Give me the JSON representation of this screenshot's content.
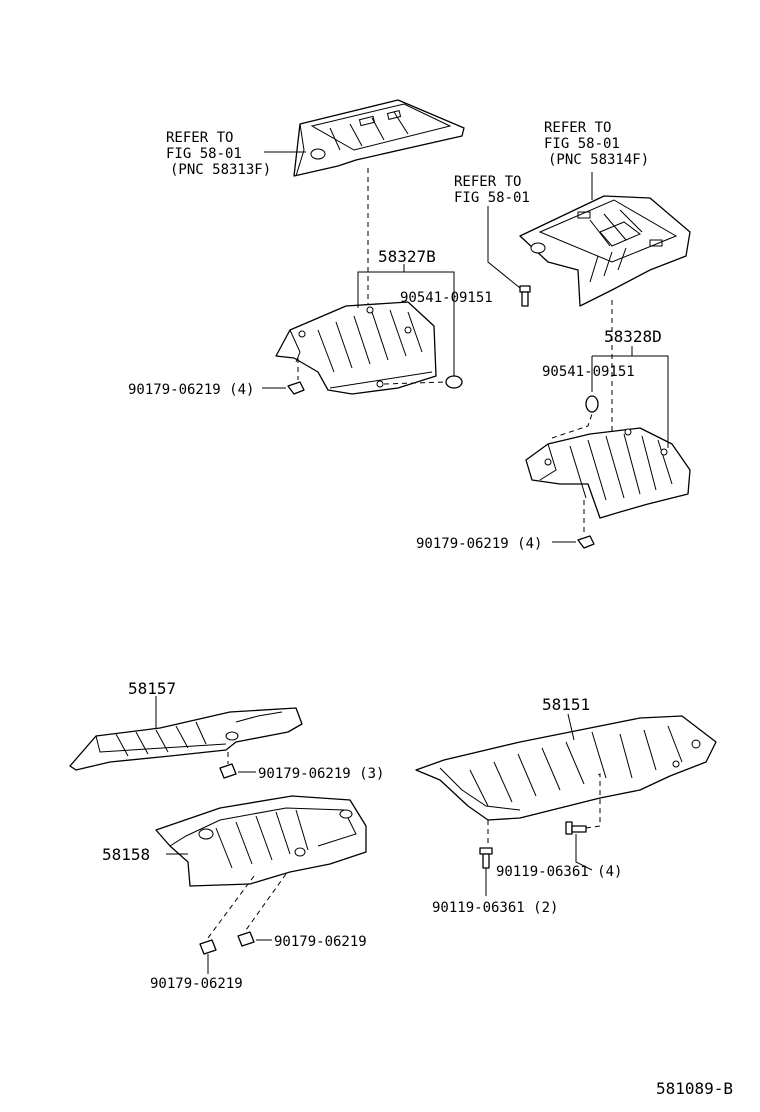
{
  "labels": {
    "refer_a_line1": "REFER TO",
    "refer_a_line2": "FIG 58-01",
    "refer_a_line3": "(PNC 58313F)",
    "refer_b_line1": "REFER TO",
    "refer_b_line2": "FIG 58-01",
    "refer_b_line3": "(PNC 58314F)",
    "refer_c_line1": "REFER TO",
    "refer_c_line2": "FIG 58-01",
    "p58327b": "58327B",
    "p90541_left": "90541-09151",
    "p90179_left": "90179-06219 (4)",
    "p58328d": "58328D",
    "p90541_right": "90541-09151",
    "p90179_right": "90179-06219 (4)",
    "p58157": "58157",
    "p90179_x3": "90179-06219 (3)",
    "p58158": "58158",
    "p90179_b1": "90179-06219",
    "p90179_b2": "90179-06219",
    "p58151": "58151",
    "p90119_x4": "90119-06361 (4)",
    "p90119_x2": "90119-06361 (2)",
    "figure_code": "581089-B"
  }
}
